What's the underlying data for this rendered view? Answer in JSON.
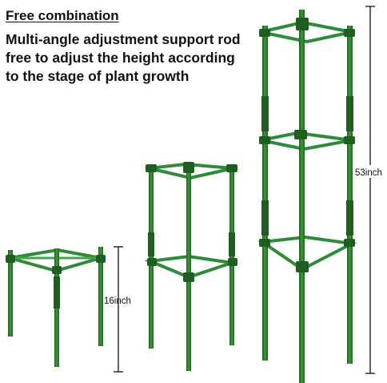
{
  "header": {
    "title": "Free combination",
    "description_lines": [
      "Multi-angle adjustment support rod",
      "free to adjust the height according",
      "to the stage of plant growth"
    ]
  },
  "dimensions": {
    "short_height_label": "16inch",
    "tall_height_label": "53inch"
  },
  "colors": {
    "stake_green": "#2f7d2e",
    "dark_green": "#1f5e22",
    "light_green": "#4fa84a"
  }
}
